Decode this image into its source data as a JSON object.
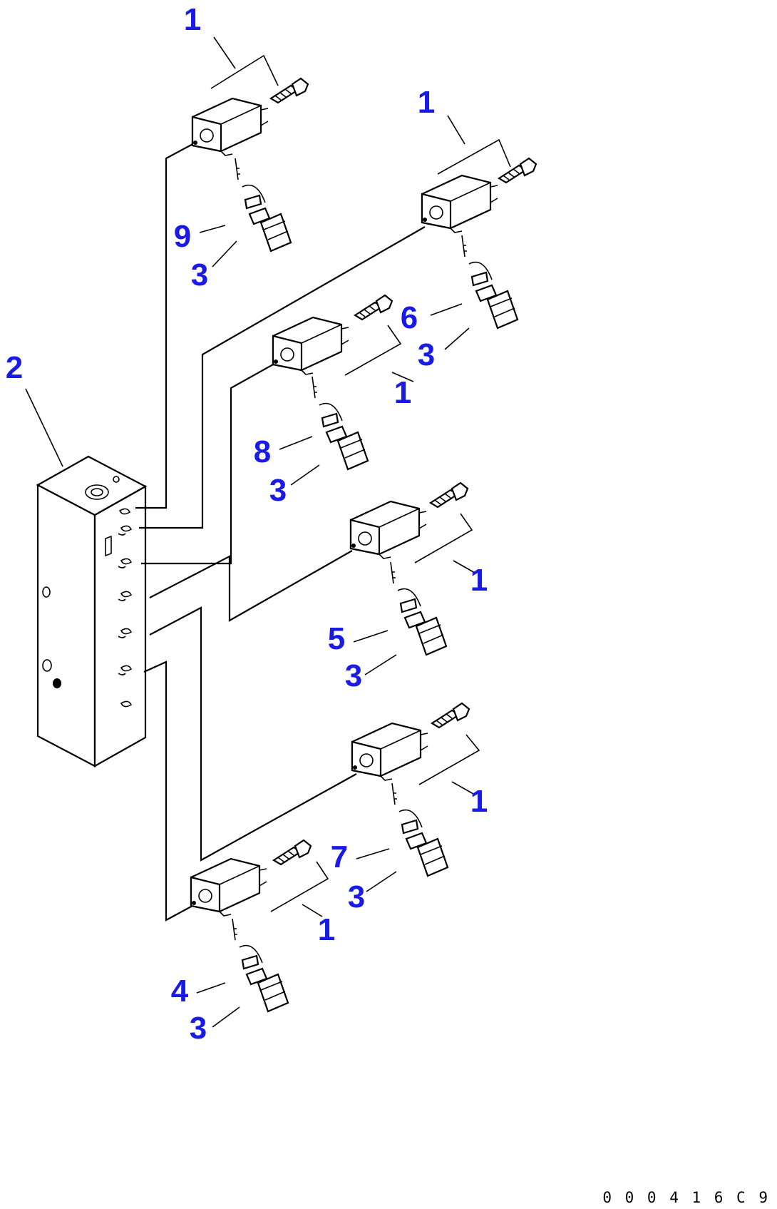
{
  "drawing_code": "0 0 0 4 1 6 C 9",
  "callouts": [
    {
      "id": "c1a",
      "text": "1"
    },
    {
      "id": "c1b",
      "text": "1"
    },
    {
      "id": "c1c",
      "text": "1"
    },
    {
      "id": "c1d",
      "text": "1"
    },
    {
      "id": "c1e",
      "text": "1"
    },
    {
      "id": "c1f",
      "text": "1"
    },
    {
      "id": "c2",
      "text": "2"
    },
    {
      "id": "c3a",
      "text": "3"
    },
    {
      "id": "c3b",
      "text": "3"
    },
    {
      "id": "c3c",
      "text": "3"
    },
    {
      "id": "c3d",
      "text": "3"
    },
    {
      "id": "c3e",
      "text": "3"
    },
    {
      "id": "c3f",
      "text": "3"
    },
    {
      "id": "c4",
      "text": "4"
    },
    {
      "id": "c5",
      "text": "5"
    },
    {
      "id": "c6",
      "text": "6"
    },
    {
      "id": "c7",
      "text": "7"
    },
    {
      "id": "c8",
      "text": "8"
    },
    {
      "id": "c9",
      "text": "9"
    }
  ],
  "colors": {
    "callout": "#1a1ae6",
    "line": "#000000",
    "background": "#ffffff"
  }
}
